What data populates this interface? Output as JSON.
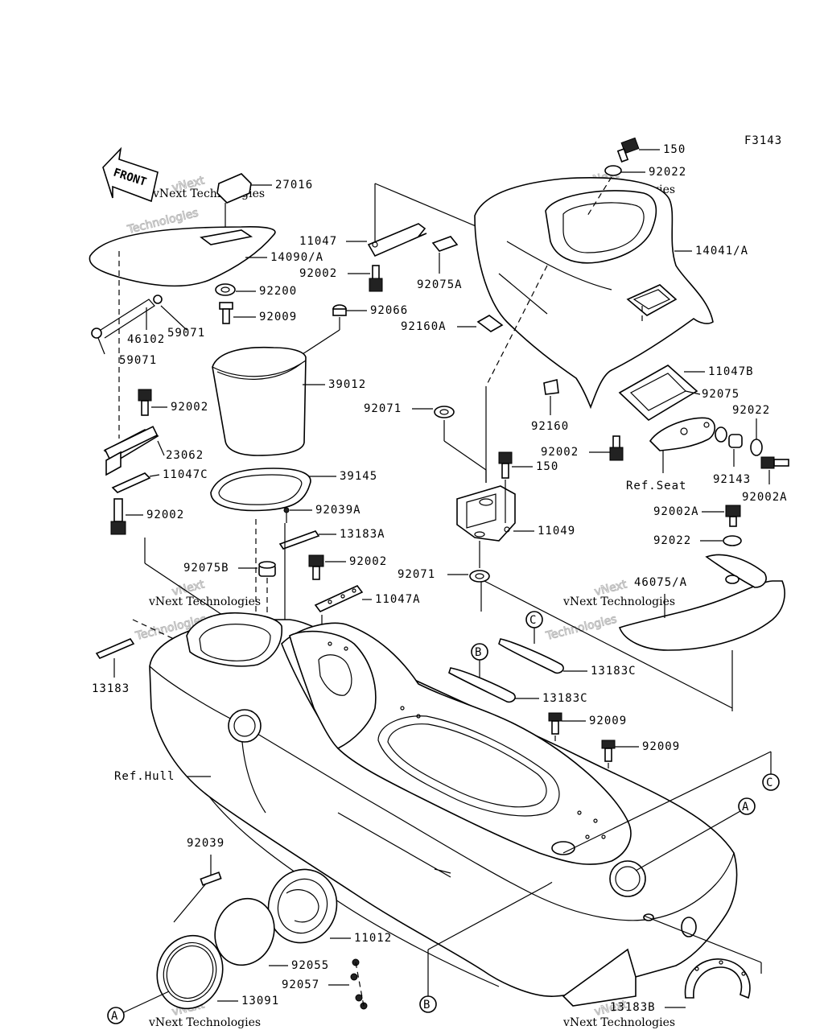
{
  "figure_code": "F3143",
  "front_label": "FRONT",
  "watermark": {
    "line1": "vNext",
    "line2": "Technologies",
    "caption": "vNext Technologies"
  },
  "callouts": {
    "A": "A",
    "B": "B",
    "C": "C"
  },
  "parts": {
    "p27016": "27016",
    "p14090": "14090/A",
    "p92200": "92200",
    "p92009_top": "92009",
    "p46102": "46102",
    "p59071_a": "59071",
    "p59071_b": "59071",
    "p92066": "92066",
    "p39012": "39012",
    "p92002_left1": "92002",
    "p23062": "23062",
    "p11047C": "11047C",
    "p39145": "39145",
    "p92002_left2": "92002",
    "p92039A": "92039A",
    "p13183A": "13183A",
    "p92075B": "92075B",
    "p92002_mid": "92002",
    "p11047A": "11047A",
    "p13183": "13183",
    "p11047": "11047",
    "p92002_bracket": "92002",
    "p92075A": "92075A",
    "p92160A": "92160A",
    "p92071_a": "92071",
    "p92160": "92160",
    "p92002_center": "92002",
    "p150_center": "150",
    "p11049": "11049",
    "p92071_b": "92071",
    "p150_top": "150",
    "p92022_top": "92022",
    "p14041": "14041/A",
    "p11047B": "11047B",
    "p92075": "92075",
    "p92022_right": "92022",
    "p92143": "92143",
    "p92002A_right": "92002A",
    "p_ref_seat": "Ref.Seat",
    "p92002A": "92002A",
    "p92022_mid": "92022",
    "p46075": "46075/A",
    "p13183C_a": "13183C",
    "p13183C_b": "13183C",
    "p92009_a": "92009",
    "p92009_b": "92009",
    "p_ref_hull": "Ref.Hull",
    "p92039": "92039",
    "p11012": "11012",
    "p92055": "92055",
    "p92057": "92057",
    "p13091": "13091",
    "p13183B": "13183B"
  }
}
